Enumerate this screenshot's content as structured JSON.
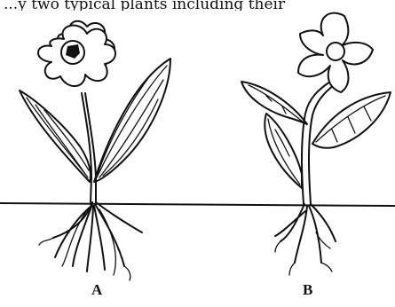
{
  "caption_fragment": "...y two typical plants including their",
  "plants": [
    {
      "id": "A",
      "label": "A"
    },
    {
      "id": "B",
      "label": "B"
    }
  ],
  "colors": {
    "ink": "#111111",
    "background": "#ffffff"
  }
}
